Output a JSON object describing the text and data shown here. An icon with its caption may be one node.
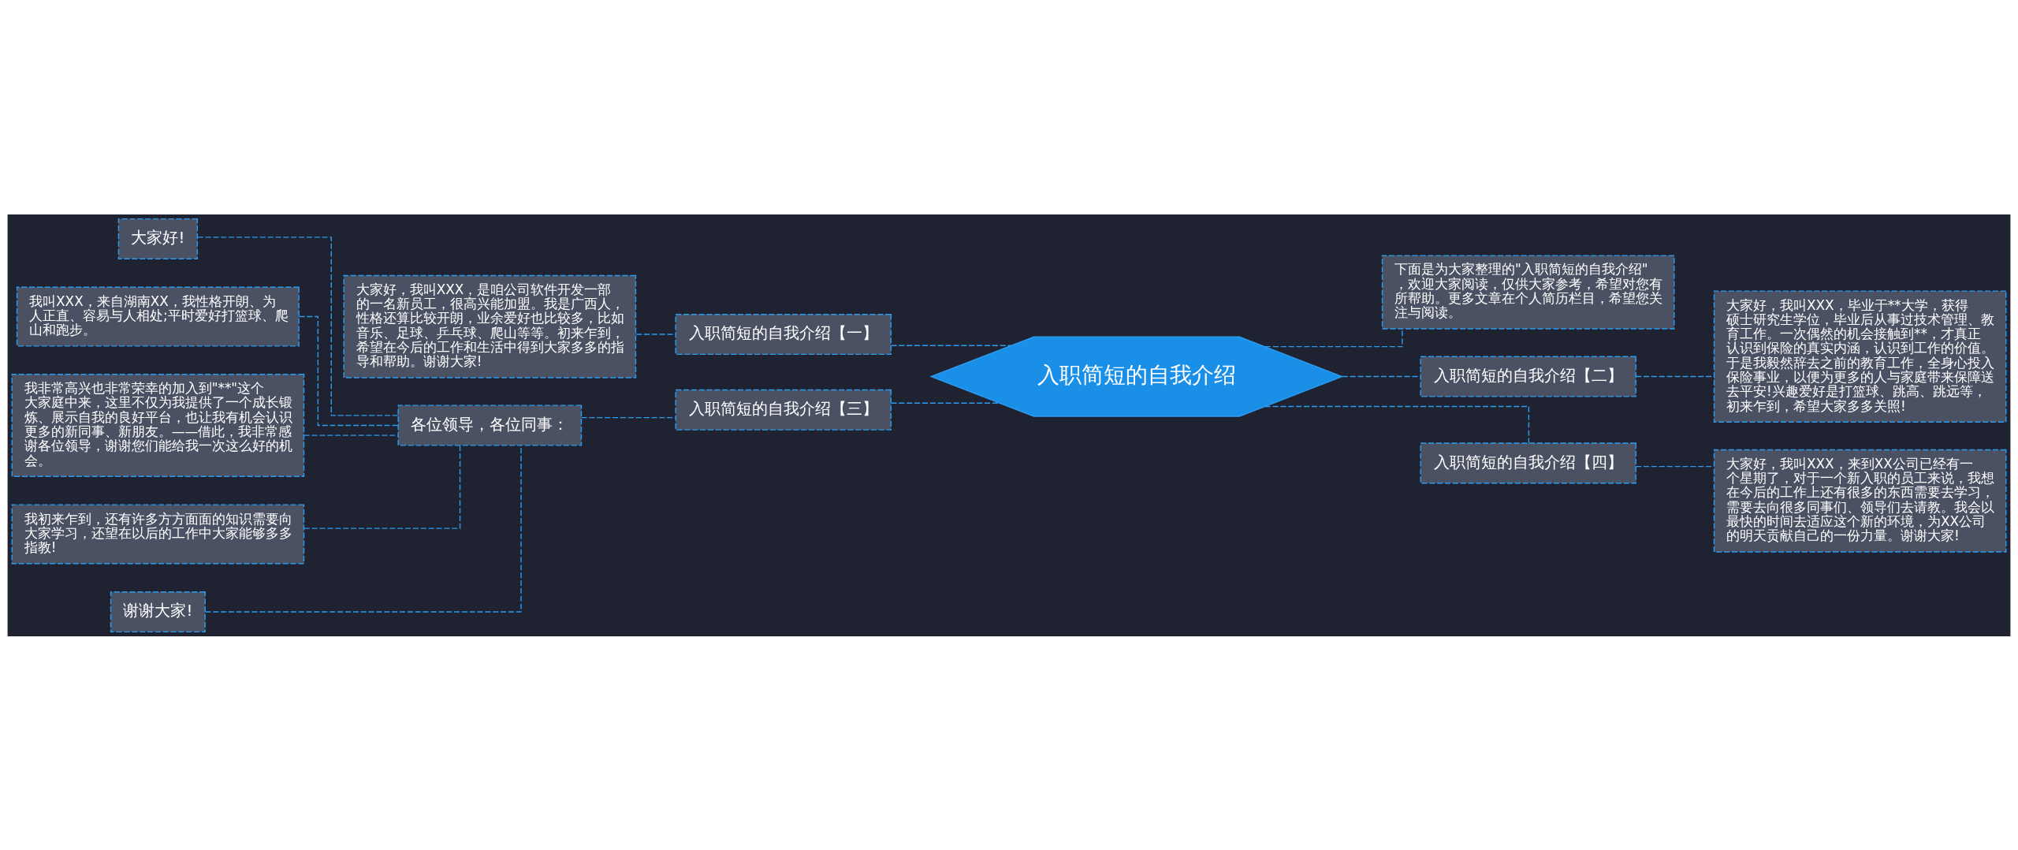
{
  "diagram": {
    "nodes": [
      {
        "text": [
          "入职简短的自我介绍"
        ]
      },
      {
        "text": [
          "入职简短的自我介绍【一】"
        ]
      },
      {
        "text": [
          "大家好，我叫XXX，是咱公司软件开发一部的一名新员工，很高兴能加盟。我是广西人，性格还算比较开朗，业余爱好也比较多，比如音乐、足球、乒乓球、爬山等等。初来乍到，希望在今后的工作和生活中得到大家多多的指导和帮助。谢谢大家!"
        ]
      },
      {
        "text": [
          "入职简短的自我介绍【三】"
        ]
      },
      {
        "text": [
          "各位领导，各位同事："
        ]
      },
      {
        "text": [
          "大家好!"
        ]
      },
      {
        "text": [
          "我叫XXX，来自湖南XX，我性格开朗、为人正直、容易与人相处;平时爱好打篮球、爬山和跑步。"
        ]
      },
      {
        "text": [
          "我非常高兴也非常荣幸的加入到\"**\"这个大家庭中来，这里不仅为我提供了一个成长锻炼、展示自我的良好平台，也让我有机会认识更多的新同事、新朋友。——借此，我非常感谢各位领导，谢谢您们能给我一次这么好的机会。"
        ]
      },
      {
        "text": [
          "我初来乍到，还有许多方方面面的知识需要向大家学习，还望在以后的工作中大家能够多多指教!"
        ]
      },
      {
        "text": [
          "谢谢大家!"
        ]
      },
      {
        "text": [
          "下面是为大家整理的\"入职简短的自我介绍\"，欢迎大家阅读，仅供大家参考，希望对您有所帮助。更多文章在个人简历栏目，希望您关注与阅读。"
        ]
      },
      {
        "text": [
          "入职简短的自我介绍【二】"
        ]
      },
      {
        "text": [
          "大家好，我叫XXX，毕业于**大学，获得硕士研究生学位，毕业后从事过技术管理、教育工作。一次偶然的机会接触到**，才真正认识到保险的真实内涵，认识到工作的价值。于是我毅然辞去之前的教育工作，全身心投入保险事业，以便为更多的人与家庭带来保障送去平安!兴趣爱好是打篮球、跳高、跳远等，初来乍到，希望大家多多关照!"
        ]
      },
      {
        "text": [
          "入职简短的自我介绍【四】"
        ]
      },
      {
        "text": [
          "大家好，我叫XXX，来到XX公司已经有一个星期了，对于一个新入职的员工来说，我想在今后的工作上还有很多的东西需要去学习，需要去向很多同事们、领导们去请教。我会以最快的时间去适应这个新的环境，为XX公司的明天贡献自己的一份力量。谢谢大家!"
        ]
      }
    ],
    "edges": [
      {
        "from": 0,
        "to": 1,
        "arrow": "none",
        "style": "dashed"
      },
      {
        "from": 1,
        "to": 2,
        "arrow": "none",
        "style": "dashed"
      },
      {
        "from": 0,
        "to": 3,
        "arrow": "none",
        "style": "dashed"
      },
      {
        "from": 3,
        "to": 4,
        "arrow": "none",
        "style": "dashed"
      },
      {
        "from": 4,
        "to": 5,
        "arrow": "none",
        "style": "dashed"
      },
      {
        "from": 4,
        "to": 6,
        "arrow": "none",
        "style": "dashed"
      },
      {
        "from": 4,
        "to": 7,
        "arrow": "none",
        "style": "dashed"
      },
      {
        "from": 4,
        "to": 8,
        "arrow": "none",
        "style": "dashed"
      },
      {
        "from": 4,
        "to": 9,
        "arrow": "none",
        "style": "dashed"
      },
      {
        "from": 0,
        "to": 10,
        "arrow": "none",
        "style": "dashed"
      },
      {
        "from": 0,
        "to": 11,
        "arrow": "none",
        "style": "dashed"
      },
      {
        "from": 11,
        "to": 12,
        "arrow": "none",
        "style": "dashed"
      },
      {
        "from": 0,
        "to": 13,
        "arrow": "none",
        "style": "dashed"
      },
      {
        "from": 13,
        "to": 14,
        "arrow": "none",
        "style": "dashed"
      }
    ]
  }
}
